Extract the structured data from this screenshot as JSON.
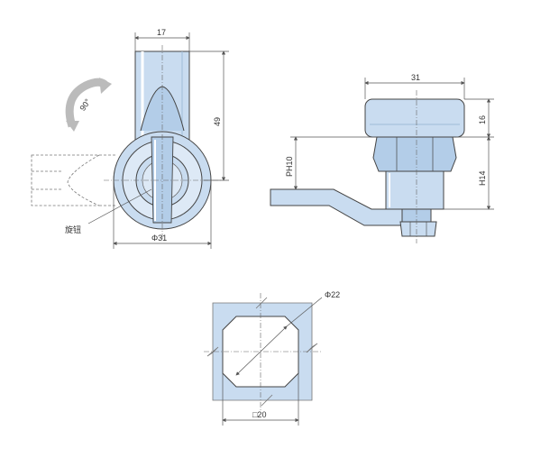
{
  "colors": {
    "part_fill": "#c9dcf0",
    "part_fill_light": "#dde9f6",
    "line": "#444444",
    "dimension": "#555555"
  },
  "front_view": {
    "width_dim": "17",
    "height_dim": "49",
    "diameter_dim": "Φ31",
    "rotation_label": "90°",
    "knob_callout": "旋钮"
  },
  "side_view": {
    "width_dim": "31",
    "head_dim": "16",
    "ph_dim": "PH10",
    "h_dim": "H14"
  },
  "cutout_view": {
    "diameter_dim": "Φ22",
    "square_dim": "□20"
  }
}
